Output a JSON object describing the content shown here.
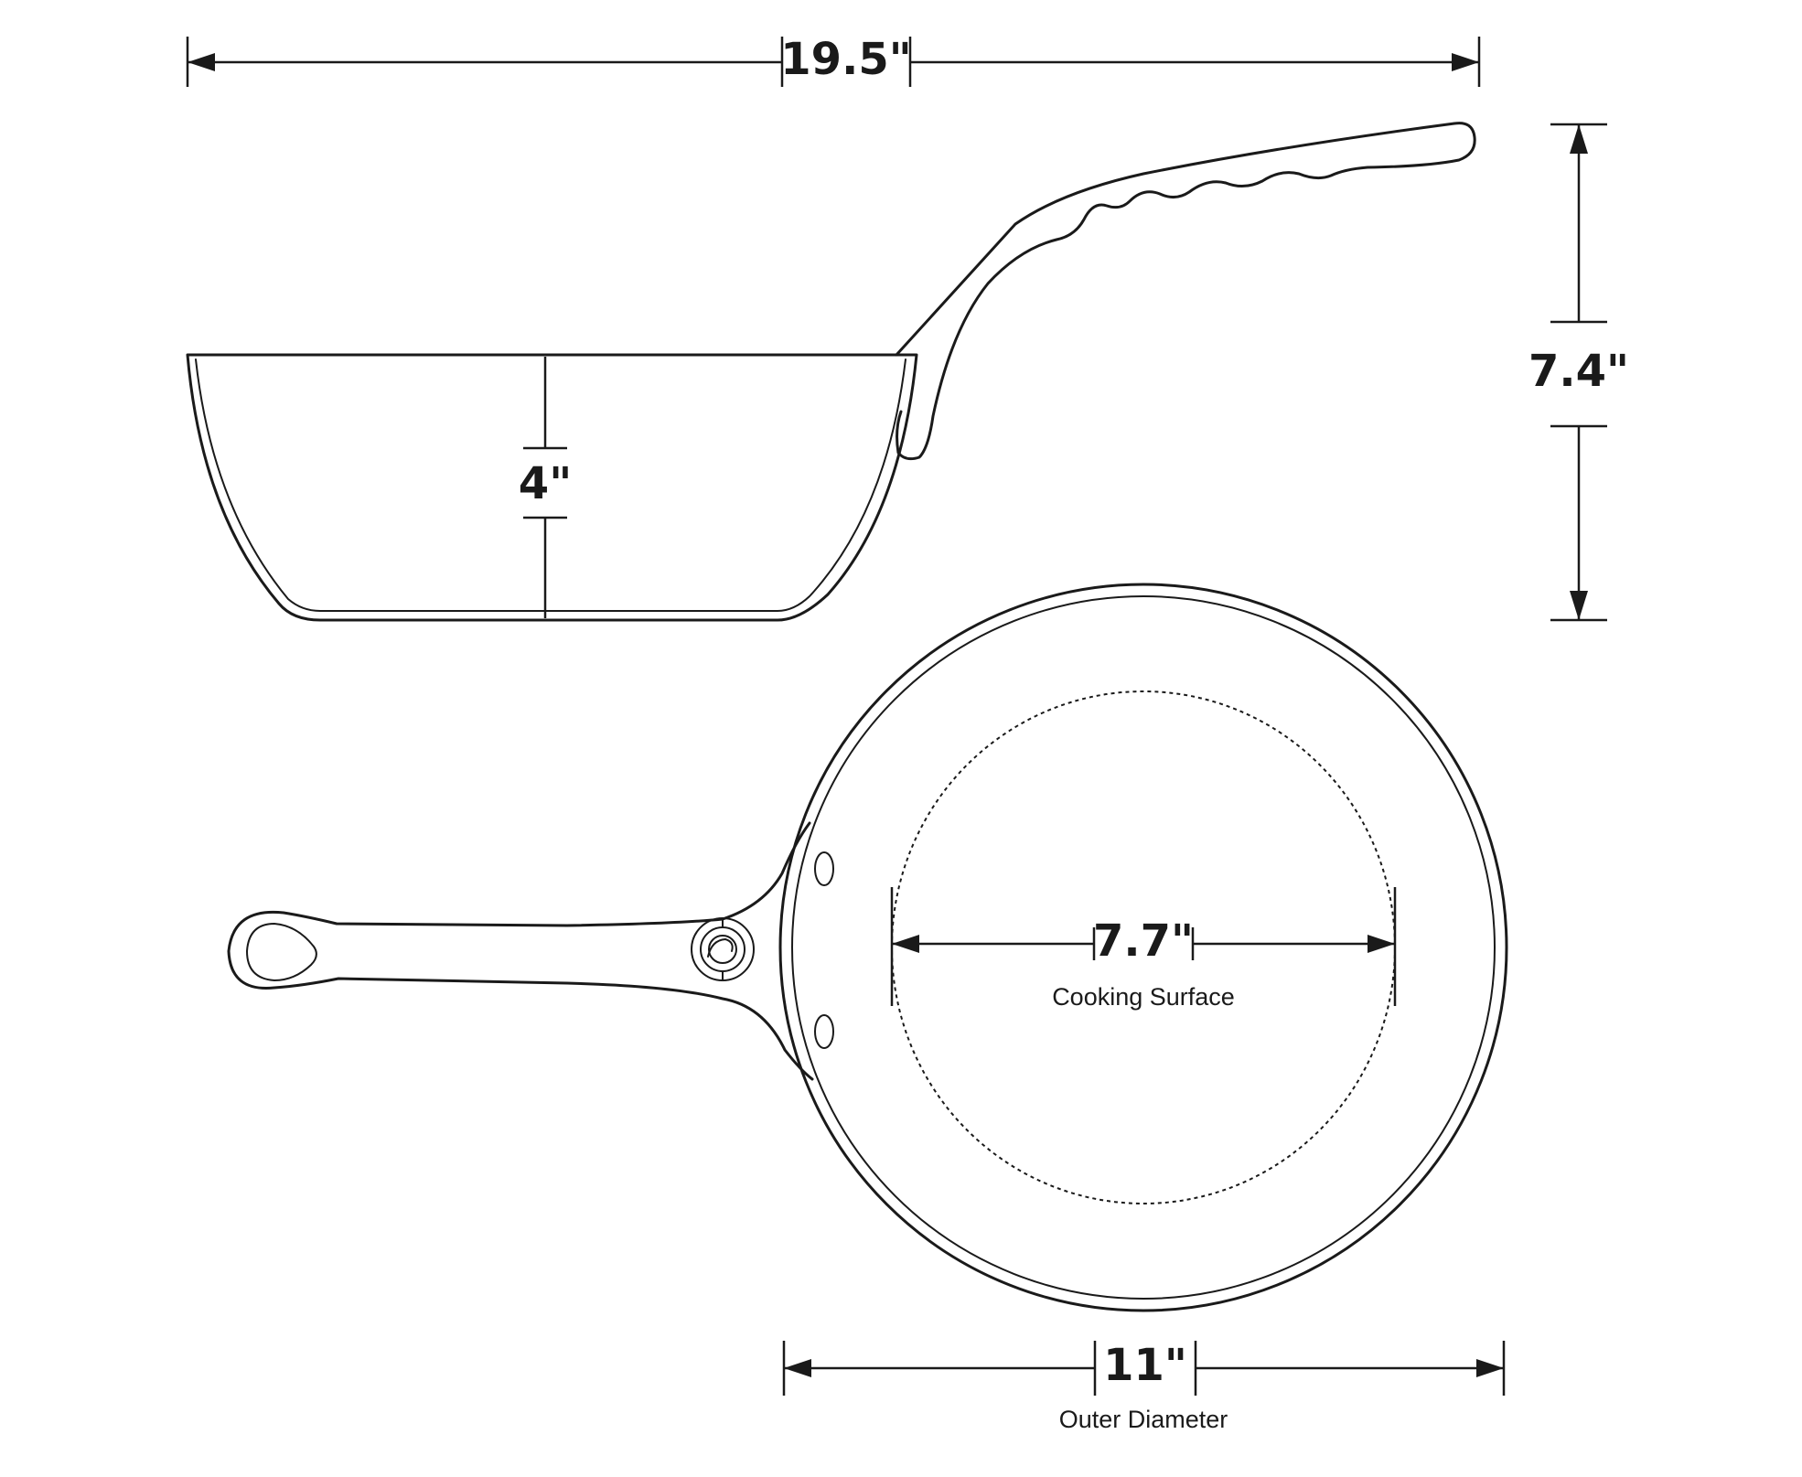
{
  "dimensions": {
    "total_length": "19.5\"",
    "total_height": "7.4\"",
    "depth": "4\"",
    "cooking_surface": "7.7\"",
    "cooking_surface_caption": "Cooking Surface",
    "outer_diameter": "11\"",
    "outer_diameter_caption": "Outer Diameter"
  },
  "colors": {
    "line": "#1a1a1a",
    "background": "#ffffff"
  },
  "icons": {
    "logo": "brand-logo-icon"
  }
}
